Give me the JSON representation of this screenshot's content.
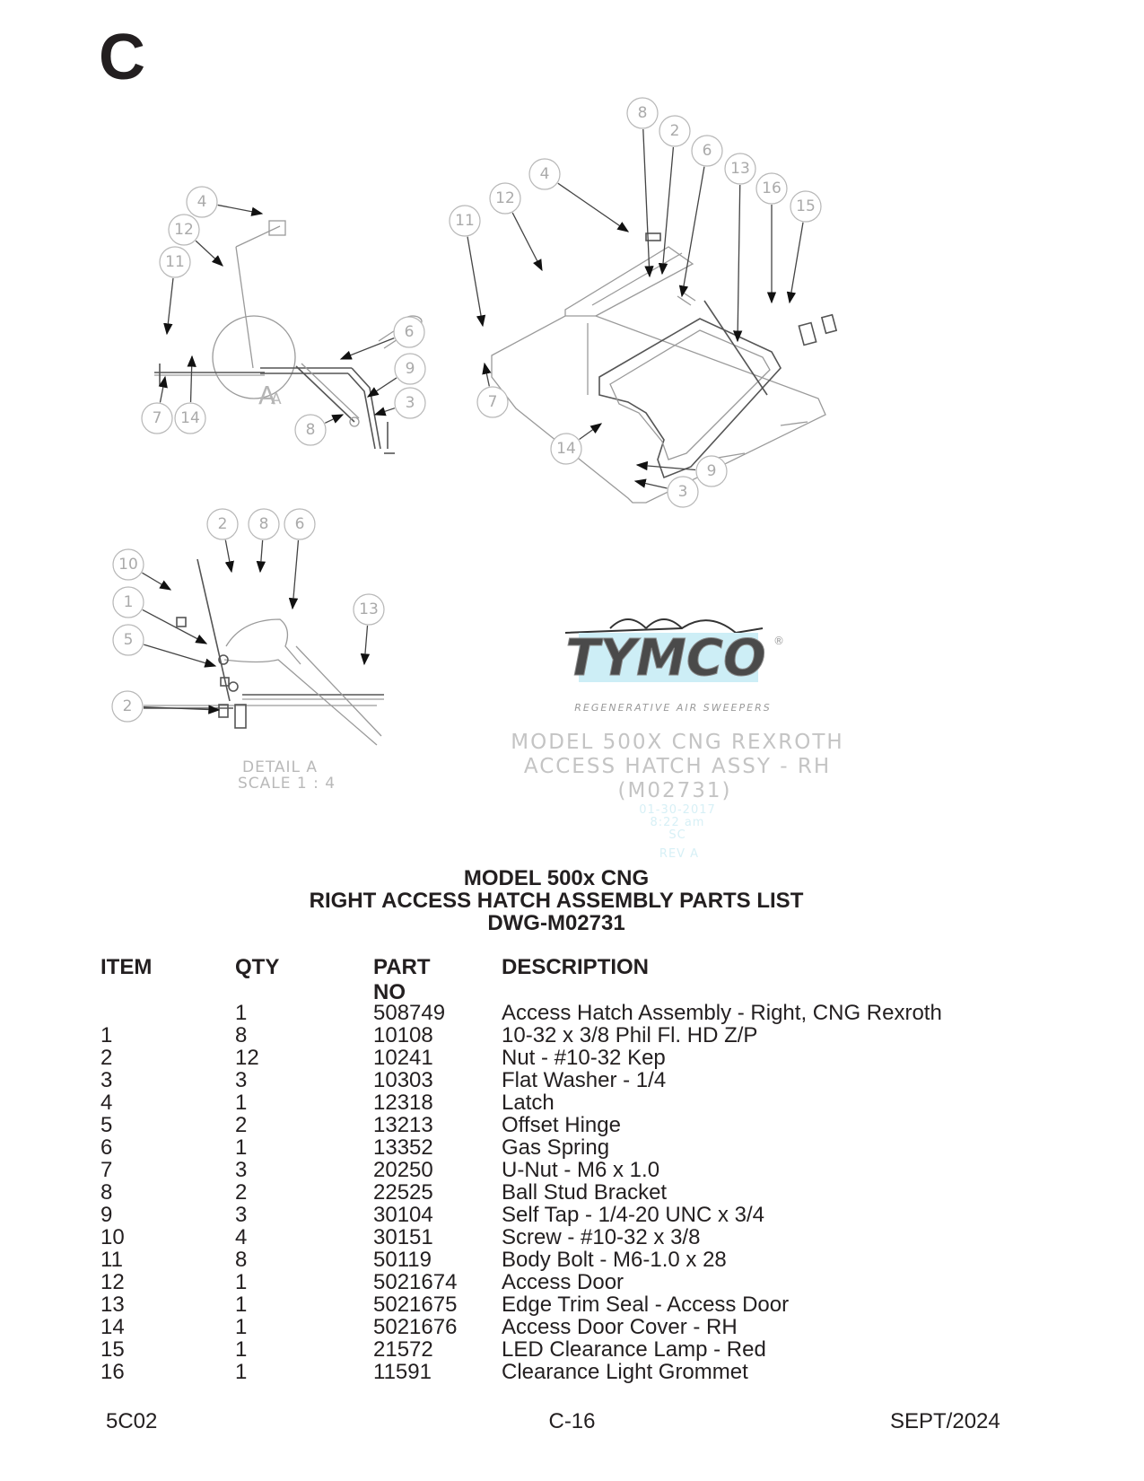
{
  "section_letter": "C",
  "drawing": {
    "callouts_top_left": [
      "4",
      "12",
      "11",
      "7",
      "14",
      "8",
      "6",
      "9",
      "3"
    ],
    "detail_marker": "A",
    "callouts_top_right": [
      "8",
      "2",
      "6",
      "13",
      "16",
      "15",
      "4",
      "12",
      "11",
      "7",
      "14",
      "9",
      "3"
    ],
    "callouts_detail": [
      "2",
      "8",
      "6",
      "10",
      "1",
      "5",
      "13",
      "2"
    ],
    "detail_label_line1": "DETAIL  A",
    "detail_label_line2": "SCALE 1 : 4",
    "logo_text": "TYMCO",
    "logo_tagline": "REGENERATIVE AIR SWEEPERS",
    "logo_registered": "®",
    "stamp_line1": "MODEL 500X CNG REXROTH",
    "stamp_line2": "ACCESS HATCH ASSY - RH",
    "stamp_line3": "(M02731)",
    "stamp_date": "01-30-2017",
    "stamp_time": "8:22 am",
    "stamp_initials": "SC",
    "stamp_rev": "REV A"
  },
  "title": {
    "line1": "MODEL 500x CNG",
    "line2": "RIGHT ACCESS HATCH ASSEMBLY PARTS LIST",
    "line3": "DWG-M02731"
  },
  "parts_table": {
    "headers": {
      "item": "ITEM",
      "qty": "QTY",
      "part_no": "PART NO",
      "description": "DESCRIPTION"
    },
    "rows": [
      {
        "item": "",
        "qty": "1",
        "part_no": "508749",
        "description": "Access Hatch Assembly - Right, CNG Rexroth"
      },
      {
        "item": "1",
        "qty": "8",
        "part_no": "10108",
        "description": "10-32 x 3/8 Phil Fl. HD Z/P"
      },
      {
        "item": "2",
        "qty": "12",
        "part_no": "10241",
        "description": "Nut - #10-32 Kep"
      },
      {
        "item": "3",
        "qty": "3",
        "part_no": "10303",
        "description": "Flat Washer - 1/4"
      },
      {
        "item": "4",
        "qty": "1",
        "part_no": "12318",
        "description": "Latch"
      },
      {
        "item": "5",
        "qty": "2",
        "part_no": "13213",
        "description": "Offset Hinge"
      },
      {
        "item": "6",
        "qty": "1",
        "part_no": "13352",
        "description": "Gas Spring"
      },
      {
        "item": "7",
        "qty": "3",
        "part_no": "20250",
        "description": "U-Nut - M6 x 1.0"
      },
      {
        "item": "8",
        "qty": "2",
        "part_no": "22525",
        "description": "Ball Stud Bracket"
      },
      {
        "item": "9",
        "qty": "3",
        "part_no": "30104",
        "description": "Self Tap - 1/4-20 UNC x 3/4"
      },
      {
        "item": "10",
        "qty": "4",
        "part_no": "30151",
        "description": "Screw - #10-32 x 3/8"
      },
      {
        "item": "11",
        "qty": "8",
        "part_no": "50119",
        "description": "Body Bolt - M6-1.0 x 28"
      },
      {
        "item": "12",
        "qty": "1",
        "part_no": "5021674",
        "description": "Access Door"
      },
      {
        "item": "13",
        "qty": "1",
        "part_no": "5021675",
        "description": "Edge Trim Seal - Access Door"
      },
      {
        "item": "14",
        "qty": "1",
        "part_no": "5021676",
        "description": "Access Door Cover - RH"
      },
      {
        "item": "15",
        "qty": "1",
        "part_no": "21572",
        "description": "LED Clearance Lamp - Red"
      },
      {
        "item": "16",
        "qty": "1",
        "part_no": "11591",
        "description": "Clearance Light Grommet"
      }
    ]
  },
  "footer": {
    "left": "5C02",
    "center": "C-16",
    "right": "SEPT/2024"
  }
}
